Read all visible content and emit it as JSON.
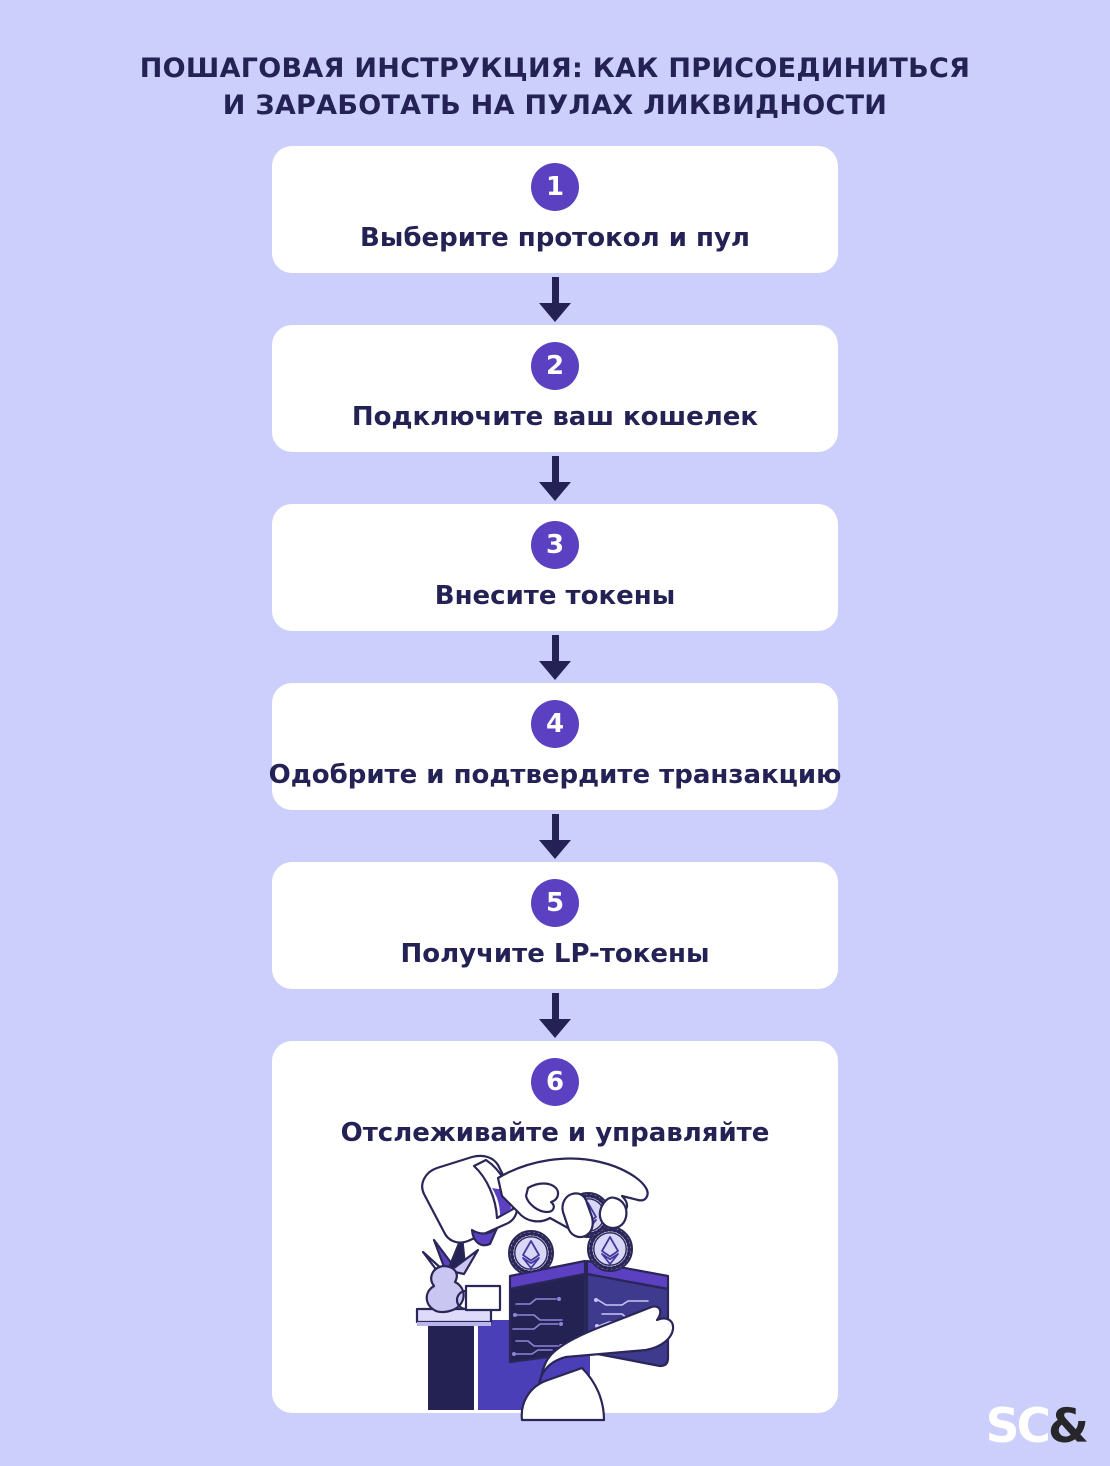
{
  "title": {
    "line1": "ПОШАГОВАЯ ИНСТРУКЦИЯ: КАК ПРИСОЕДИНИТЬСЯ",
    "line2": "И ЗАРАБОТАТЬ НА ПУЛАХ ЛИКВИДНОСТИ"
  },
  "steps": [
    {
      "number": "1",
      "label": "Выберите протокол и пул"
    },
    {
      "number": "2",
      "label": "Подключите ваш кошелек"
    },
    {
      "number": "3",
      "label": "Внесите токены"
    },
    {
      "number": "4",
      "label": "Одобрите и подтвердите транзакцию"
    },
    {
      "number": "5",
      "label": "Получите LP-токены"
    },
    {
      "number": "6",
      "label": "Отслеживайте и управляйте"
    }
  ],
  "logo": {
    "sc": "SC",
    "amp": "&"
  },
  "colors": {
    "background": "#cccffb",
    "card": "#ffffff",
    "accent_purple": "#5b41c2",
    "text_navy": "#242254",
    "wallet_dark": "#232253",
    "wallet_slate": "#3e3a8e",
    "coin_lavender": "#d9d7f8",
    "logo_dark": "#26262b"
  },
  "illustration": {
    "alt": "Рука опускает монеты Ethereum в открытый кошелек с узором печатной платы, который держит другая рука; рядом ваза с растением и чашка на столе",
    "icons": [
      "ethereum-icon",
      "wallet-icon",
      "hand-icon",
      "plant-vase-icon",
      "cup-icon"
    ]
  }
}
